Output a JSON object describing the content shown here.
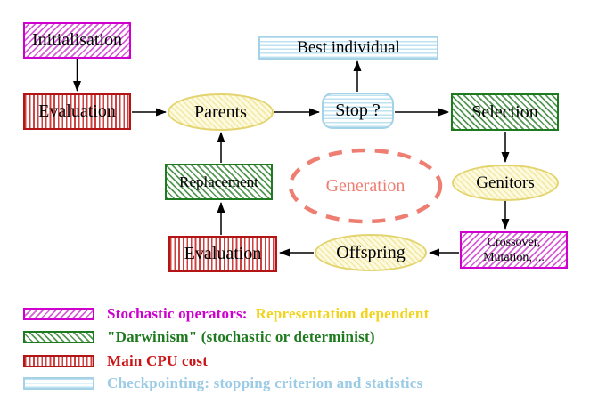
{
  "diagram": {
    "nodes": {
      "initialisation": "Initialisation",
      "evaluation_top": "Evaluation",
      "parents": "Parents",
      "best_individual": "Best individual",
      "stop": "Stop ?",
      "selection": "Selection",
      "replacement": "Replacement",
      "generation": "Generation",
      "genitors": "Genitors",
      "evaluation_bottom": "Evaluation",
      "offspring": "Offspring",
      "crossover_line1": "Crossover,",
      "crossover_line2": "Mutation, ..."
    }
  },
  "legend": {
    "items": [
      {
        "swatch": "stochastic-operators-swatch",
        "label": "Stochastic operators:",
        "label_suffix": "Representation dependent"
      },
      {
        "swatch": "darwinism-swatch",
        "label": "\"Darwinism\" (stochastic or determinist)"
      },
      {
        "swatch": "cpu-cost-swatch",
        "label": "Main CPU cost"
      },
      {
        "swatch": "checkpointing-swatch",
        "label": "Checkpointing: stopping criterion and statistics"
      }
    ]
  },
  "colors": {
    "magenta": "#cf00cf",
    "dark_green": "#1e7a1e",
    "red": "#c01818",
    "light_blue": "#9ccbe6",
    "yellow_text": "#f2d41e",
    "pale_yellow_fill": "#fdfadf",
    "yellow_border": "#e3d470",
    "salmon": "#ee7e72",
    "arrow_black": "#000000"
  }
}
